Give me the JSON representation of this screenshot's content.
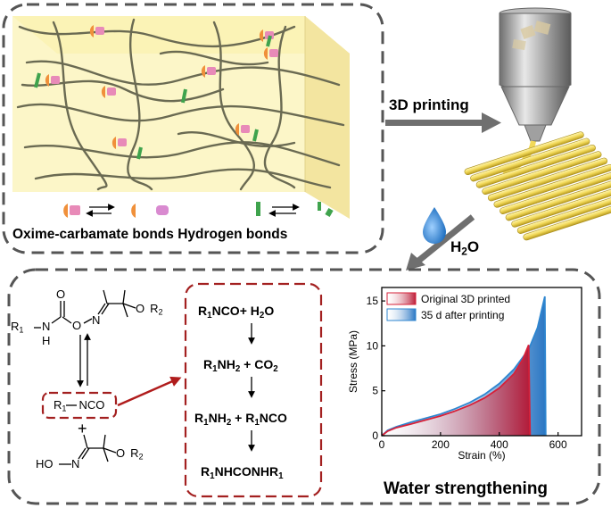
{
  "top_panel": {
    "caption_oxime": "Oxime-carbamate bonds",
    "caption_hbond": "Hydrogen bonds"
  },
  "process": {
    "printing_label": "3D printing",
    "water_label": "H",
    "water_sub": "2",
    "water_end": "O"
  },
  "mechanism": {
    "r1": "R",
    "r1_sub": "1",
    "nh": "N",
    "h": "H",
    "o_top": "O",
    "o_n": "O",
    "n": "N",
    "o_r2": "O",
    "r2": "R",
    "r2_sub": "2",
    "isocyanate_r": "R",
    "isocyanate_sub": "1",
    "isocyanate_group": "NCO",
    "plus": "+",
    "oxime_ho": "HO",
    "oxime_n": "N",
    "oxime_o": "O",
    "oxime_r": "R",
    "oxime_r_sub": "2"
  },
  "reactions": {
    "step1": [
      "R",
      "1",
      "NCO+ H",
      "2",
      "O"
    ],
    "step2": [
      "R",
      "1",
      "NH",
      "2",
      " + CO",
      "2",
      ""
    ],
    "step3": [
      "R",
      "1",
      "NH",
      "2",
      " + R",
      "1",
      "NCO"
    ],
    "step4": [
      "R",
      "1",
      "NHCONHR",
      "1",
      ""
    ]
  },
  "chart_data": {
    "type": "area",
    "xlabel": "Strain (%)",
    "ylabel": "Stress (MPa)",
    "xlim": [
      0,
      680
    ],
    "ylim": [
      0,
      16.5
    ],
    "xticks": [
      0,
      200,
      400,
      600
    ],
    "yticks": [
      0,
      5,
      10,
      15
    ],
    "legend_placement": "top-left",
    "series": [
      {
        "name": "Original 3D printed",
        "color": "#d62038",
        "x": [
          0,
          20,
          50,
          100,
          150,
          200,
          250,
          300,
          350,
          400,
          450,
          480,
          500,
          505
        ],
        "y": [
          0,
          0.5,
          0.9,
          1.3,
          1.75,
          2.2,
          2.75,
          3.4,
          4.2,
          5.3,
          6.9,
          8.5,
          10.1,
          0
        ]
      },
      {
        "name": "35 d after printing",
        "color": "#2e86d0",
        "x": [
          0,
          20,
          50,
          100,
          150,
          200,
          250,
          300,
          350,
          400,
          450,
          500,
          530,
          555,
          558
        ],
        "y": [
          0,
          0.6,
          1.0,
          1.5,
          1.95,
          2.4,
          3.0,
          3.7,
          4.6,
          5.8,
          7.4,
          9.6,
          12.0,
          15.5,
          0
        ]
      }
    ],
    "caption": "Water strengthening"
  }
}
